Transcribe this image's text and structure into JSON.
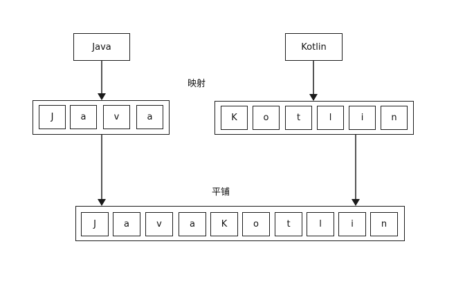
{
  "sources": [
    {
      "name": "Java"
    },
    {
      "name": "Kotlin"
    }
  ],
  "map_label": "映射",
  "flatten_label": "平铺",
  "java_chars": [
    "J",
    "a",
    "v",
    "a"
  ],
  "kotlin_chars": [
    "K",
    "o",
    "t",
    "l",
    "i",
    "n"
  ],
  "flat_chars": [
    "J",
    "a",
    "v",
    "a",
    "K",
    "o",
    "t",
    "l",
    "i",
    "n"
  ]
}
